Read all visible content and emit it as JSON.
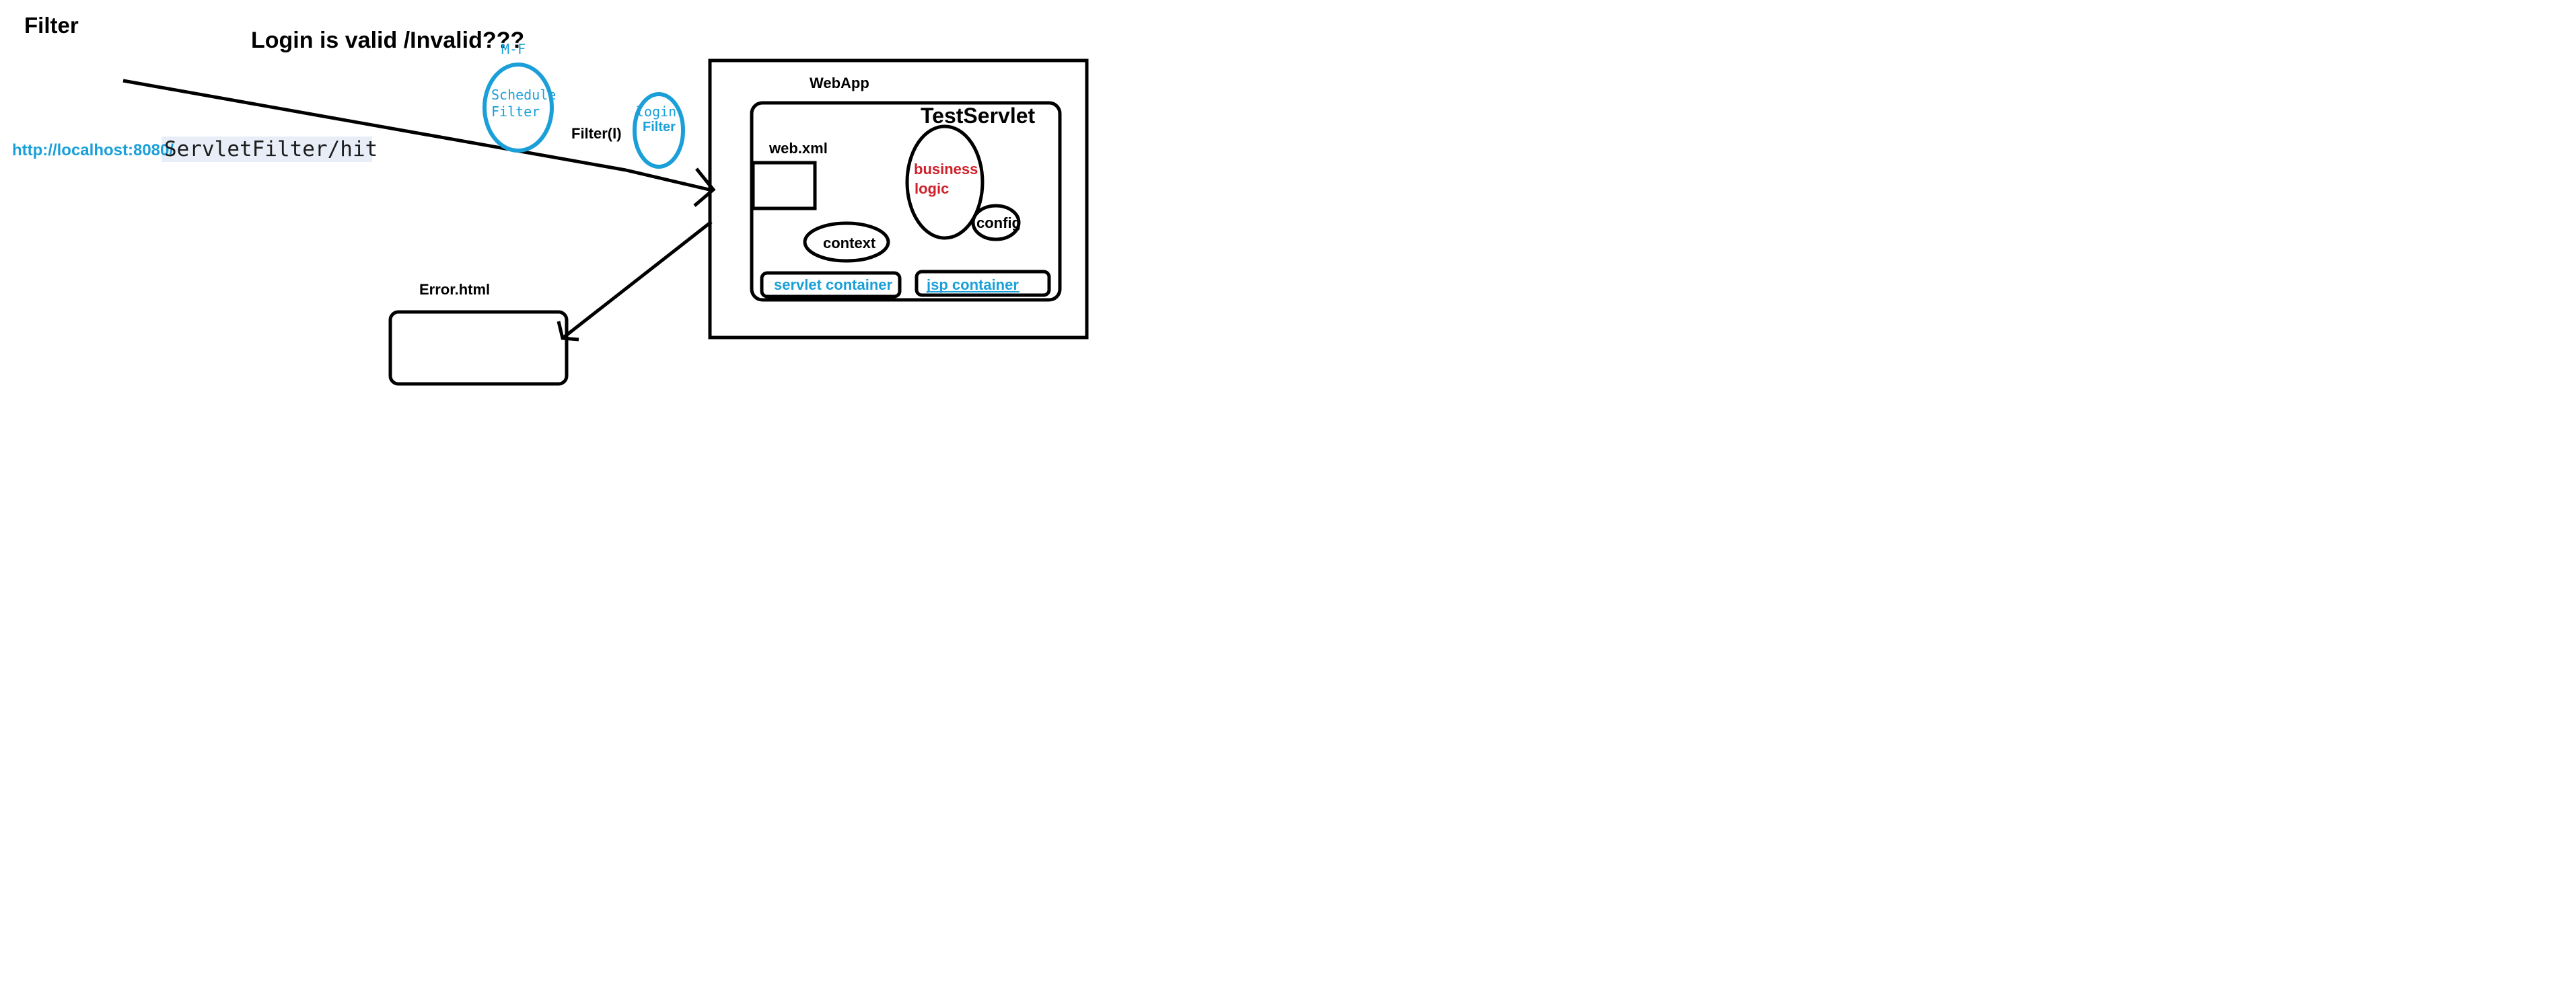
{
  "labels": {
    "title": "Filter",
    "login_question": "Login is valid /Invalid???",
    "url_prefix": "http://localhost:8080/",
    "url_path": "ServletFilter/hit",
    "mf": "M-F",
    "schedule_line1": "Schedule",
    "schedule_line2": "Filter",
    "filter_interface": "Filter(I)",
    "login_line1": "login",
    "login_line2": "Filter",
    "webapp": "WebApp",
    "testservlet": "TestServlet",
    "webxml": "web.xml",
    "business_line1": "business",
    "business_line2": "logic",
    "config": "config",
    "context": "context",
    "servlet_container": "servlet container",
    "jsp_container": "jsp  container",
    "error_html": "Error.html"
  },
  "colors": {
    "ink": "#000000",
    "accent_blue": "#1a9fd8",
    "business_red": "#d0202a",
    "url_highlight": "#e8eef8"
  }
}
